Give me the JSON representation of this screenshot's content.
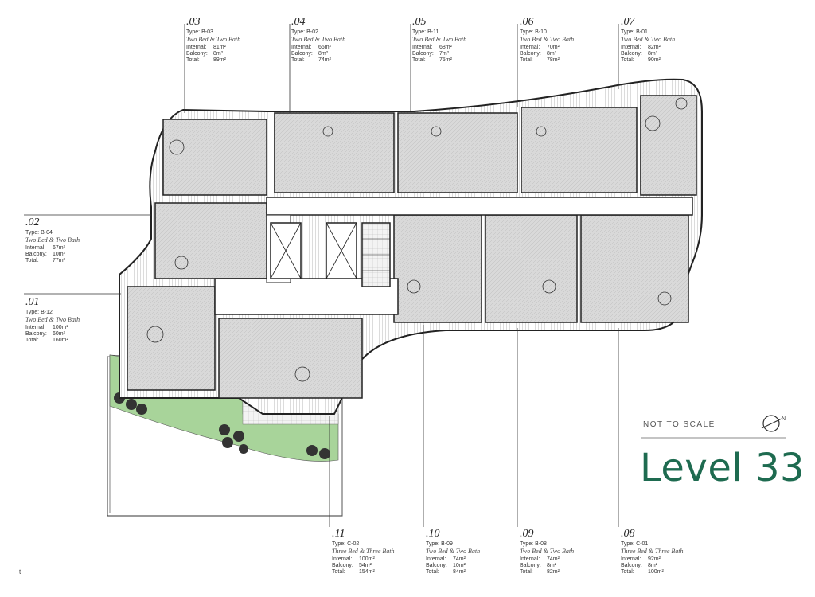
{
  "level": {
    "title": "Level 33",
    "scale_note": "NOT TO SCALE",
    "north_mark": "N"
  },
  "corner_mark": "t",
  "units": [
    {
      "number": ".03",
      "type": "Type: B-03",
      "description": "Two Bed & Two Bath",
      "internal_label": "Internal:",
      "internal": "81m²",
      "balcony_label": "Balcony:",
      "balcony": "8m²",
      "total_label": "Total:",
      "total": "89m²"
    },
    {
      "number": ".04",
      "type": "Type: B-02",
      "description": "Two Bed & Two Bath",
      "internal_label": "Internal:",
      "internal": "66m²",
      "balcony_label": "Balcony:",
      "balcony": "8m²",
      "total_label": "Total:",
      "total": "74m²"
    },
    {
      "number": ".05",
      "type": "Type: B-11",
      "description": "Two Bed & Two Bath",
      "internal_label": "Internal:",
      "internal": "68m²",
      "balcony_label": "Balcony:",
      "balcony": "7m²",
      "total_label": "Total:",
      "total": "75m²"
    },
    {
      "number": ".06",
      "type": "Type: B-10",
      "description": "Two Bed & Two Bath",
      "internal_label": "Internal:",
      "internal": "70m²",
      "balcony_label": "Balcony:",
      "balcony": "8m²",
      "total_label": "Total:",
      "total": "78m²"
    },
    {
      "number": ".07",
      "type": "Type: B-01",
      "description": "Two Bed & Two Bath",
      "internal_label": "Internal:",
      "internal": "82m²",
      "balcony_label": "Balcony:",
      "balcony": "8m²",
      "total_label": "Total:",
      "total": "90m²"
    },
    {
      "number": ".02",
      "type": "Type: B-04",
      "description": "Two Bed & Two Bath",
      "internal_label": "Internal:",
      "internal": "67m²",
      "balcony_label": "Balcony:",
      "balcony": "10m²",
      "total_label": "Total:",
      "total": "77m²"
    },
    {
      "number": ".01",
      "type": "Type: B-12",
      "description": "Two Bed & Two Bath",
      "internal_label": "Internal:",
      "internal": "100m²",
      "balcony_label": "Balcony:",
      "balcony": "60m²",
      "total_label": "Total:",
      "total": "160m²"
    },
    {
      "number": ".11",
      "type": "Type: C-02",
      "description": "Three Bed & Three Bath",
      "internal_label": "Internal:",
      "internal": "100m²",
      "balcony_label": "Balcony:",
      "balcony": "54m²",
      "total_label": "Total:",
      "total": "154m²"
    },
    {
      "number": ".10",
      "type": "Type: B-09",
      "description": "Two Bed & Two Bath",
      "internal_label": "Internal:",
      "internal": "74m²",
      "balcony_label": "Balcony:",
      "balcony": "10m²",
      "total_label": "Total:",
      "total": "84m²"
    },
    {
      "number": ".09",
      "type": "Type: B-08",
      "description": "Two Bed & Two Bath",
      "internal_label": "Internal:",
      "internal": "74m²",
      "balcony_label": "Balcony:",
      "balcony": "8m²",
      "total_label": "Total:",
      "total": "82m²"
    },
    {
      "number": ".08",
      "type": "Type: C-01",
      "description": "Three Bed & Three Bath",
      "internal_label": "Internal:",
      "internal": "92m²",
      "balcony_label": "Balcony:",
      "balcony": "8m²",
      "total_label": "Total:",
      "total": "100m²"
    }
  ],
  "colors": {
    "title_green": "#1e6b50",
    "landscape_green": "#a8d49a",
    "line": "#222222"
  }
}
